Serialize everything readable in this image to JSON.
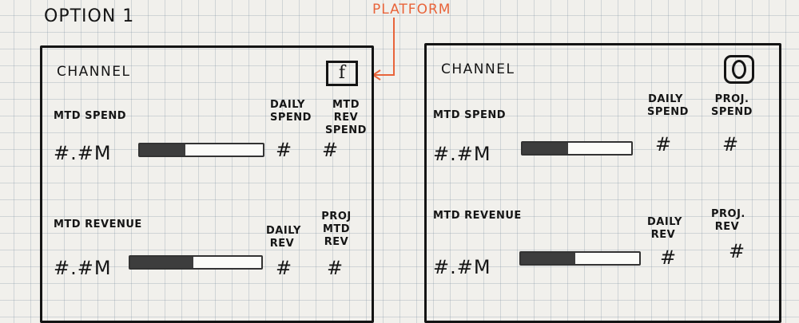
{
  "sketch": {
    "option_title": "OPTION 1",
    "platform_annotation": "PLATFORM",
    "colors": {
      "ink": "#151515",
      "annotation": "#e8643a",
      "bar_fill": "#3d3d3d"
    }
  },
  "cards": [
    {
      "channel": "CHANNEL",
      "platform_icon": "facebook-icon",
      "platform_glyph": "f",
      "spend_label": "MTD SPEND",
      "spend_value": "#.#M",
      "spend_progress": 0.37,
      "spend_col1_label": "DAILY SPEND",
      "spend_col1_value": "#",
      "spend_col2_label": "MTD REV SPEND",
      "spend_col2_value": "#",
      "revenue_label": "MTD REVENUE",
      "revenue_value": "#.#M",
      "revenue_progress": 0.48,
      "revenue_col1_label": "DAILY REV",
      "revenue_col1_value": "#",
      "revenue_col2_label": "PROJ MTD REV",
      "revenue_col2_value": "#"
    },
    {
      "channel": "CHANNEL",
      "platform_icon": "instagram-icon",
      "spend_label": "MTD SPEND",
      "spend_value": "#.#M",
      "spend_progress": 0.42,
      "spend_col1_label": "DAILY SPEND",
      "spend_col1_value": "#",
      "spend_col2_label": "PROJ. SPEND",
      "spend_col2_value": "#",
      "revenue_label": "MTD REVENUE",
      "revenue_value": "#.#M",
      "revenue_progress": 0.46,
      "revenue_col1_label": "DAILY REV",
      "revenue_col1_value": "#",
      "revenue_col2_label": "PROJ. REV",
      "revenue_col2_value": "#"
    }
  ]
}
